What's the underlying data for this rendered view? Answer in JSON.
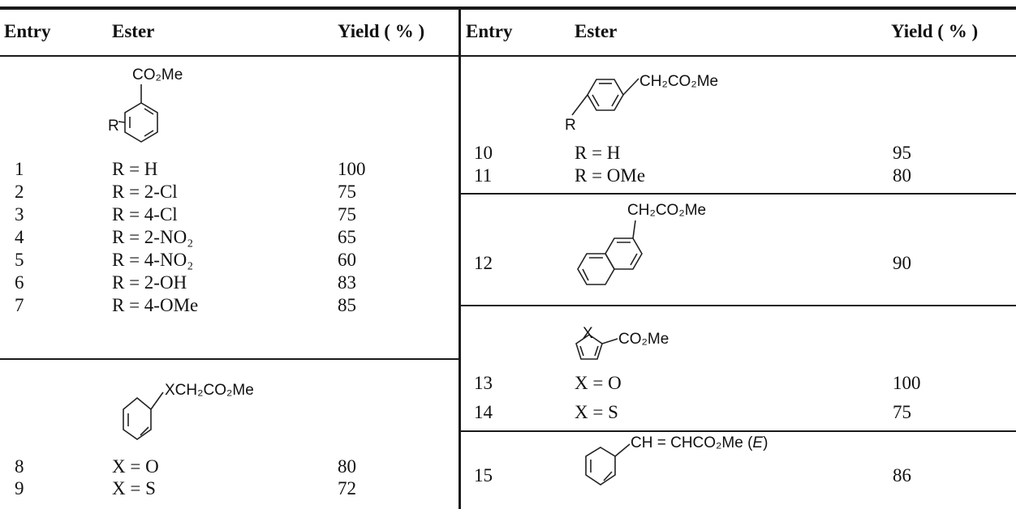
{
  "headers": {
    "left": {
      "entry": "Entry",
      "ester": "Ester",
      "yield": "Yield ( % )"
    },
    "right": {
      "entry": "Entry",
      "ester": "Ester",
      "yield": "Yield ( % )"
    }
  },
  "structures": {
    "benzoate_sub": "CO₂Me",
    "benzoate_r": "R",
    "phenoxy_sub": "XCH₂CO₂Me",
    "phenylacetate_sub": "CH₂CO₂Me",
    "phenylacetate_r": "R",
    "naphthyl_sub": "CH₂CO₂Me",
    "heteroaryl_x": "X",
    "heteroaryl_sub": "CO₂Me",
    "cinnamate_sub_a": "CH = CHCO₂Me (",
    "cinnamate_sub_e": "E",
    "cinnamate_sub_b": ")"
  },
  "left_rows": [
    {
      "entry": "1",
      "ester": "R = H",
      "yield": "100"
    },
    {
      "entry": "2",
      "ester": "R = 2-Cl",
      "yield": "75"
    },
    {
      "entry": "3",
      "ester": "R = 4-Cl",
      "yield": "75"
    },
    {
      "entry": "4",
      "ester": "R = 2-NO₂",
      "yield": "65"
    },
    {
      "entry": "5",
      "ester": "R = 4-NO₂",
      "yield": "60"
    },
    {
      "entry": "6",
      "ester": "R = 2-OH",
      "yield": "83"
    },
    {
      "entry": "7",
      "ester": "R = 4-OMe",
      "yield": "85"
    },
    {
      "entry": "8",
      "ester": "X = O",
      "yield": "80"
    },
    {
      "entry": "9",
      "ester": "X = S",
      "yield": "72"
    }
  ],
  "right_rows": [
    {
      "entry": "10",
      "ester": "R = H",
      "yield": "95"
    },
    {
      "entry": "11",
      "ester": "R = OMe",
      "yield": "80"
    },
    {
      "entry": "12",
      "ester": "",
      "yield": "90"
    },
    {
      "entry": "13",
      "ester": "X = O",
      "yield": "100"
    },
    {
      "entry": "14",
      "ester": "X = S",
      "yield": "75"
    },
    {
      "entry": "15",
      "ester": "",
      "yield": "86"
    }
  ]
}
